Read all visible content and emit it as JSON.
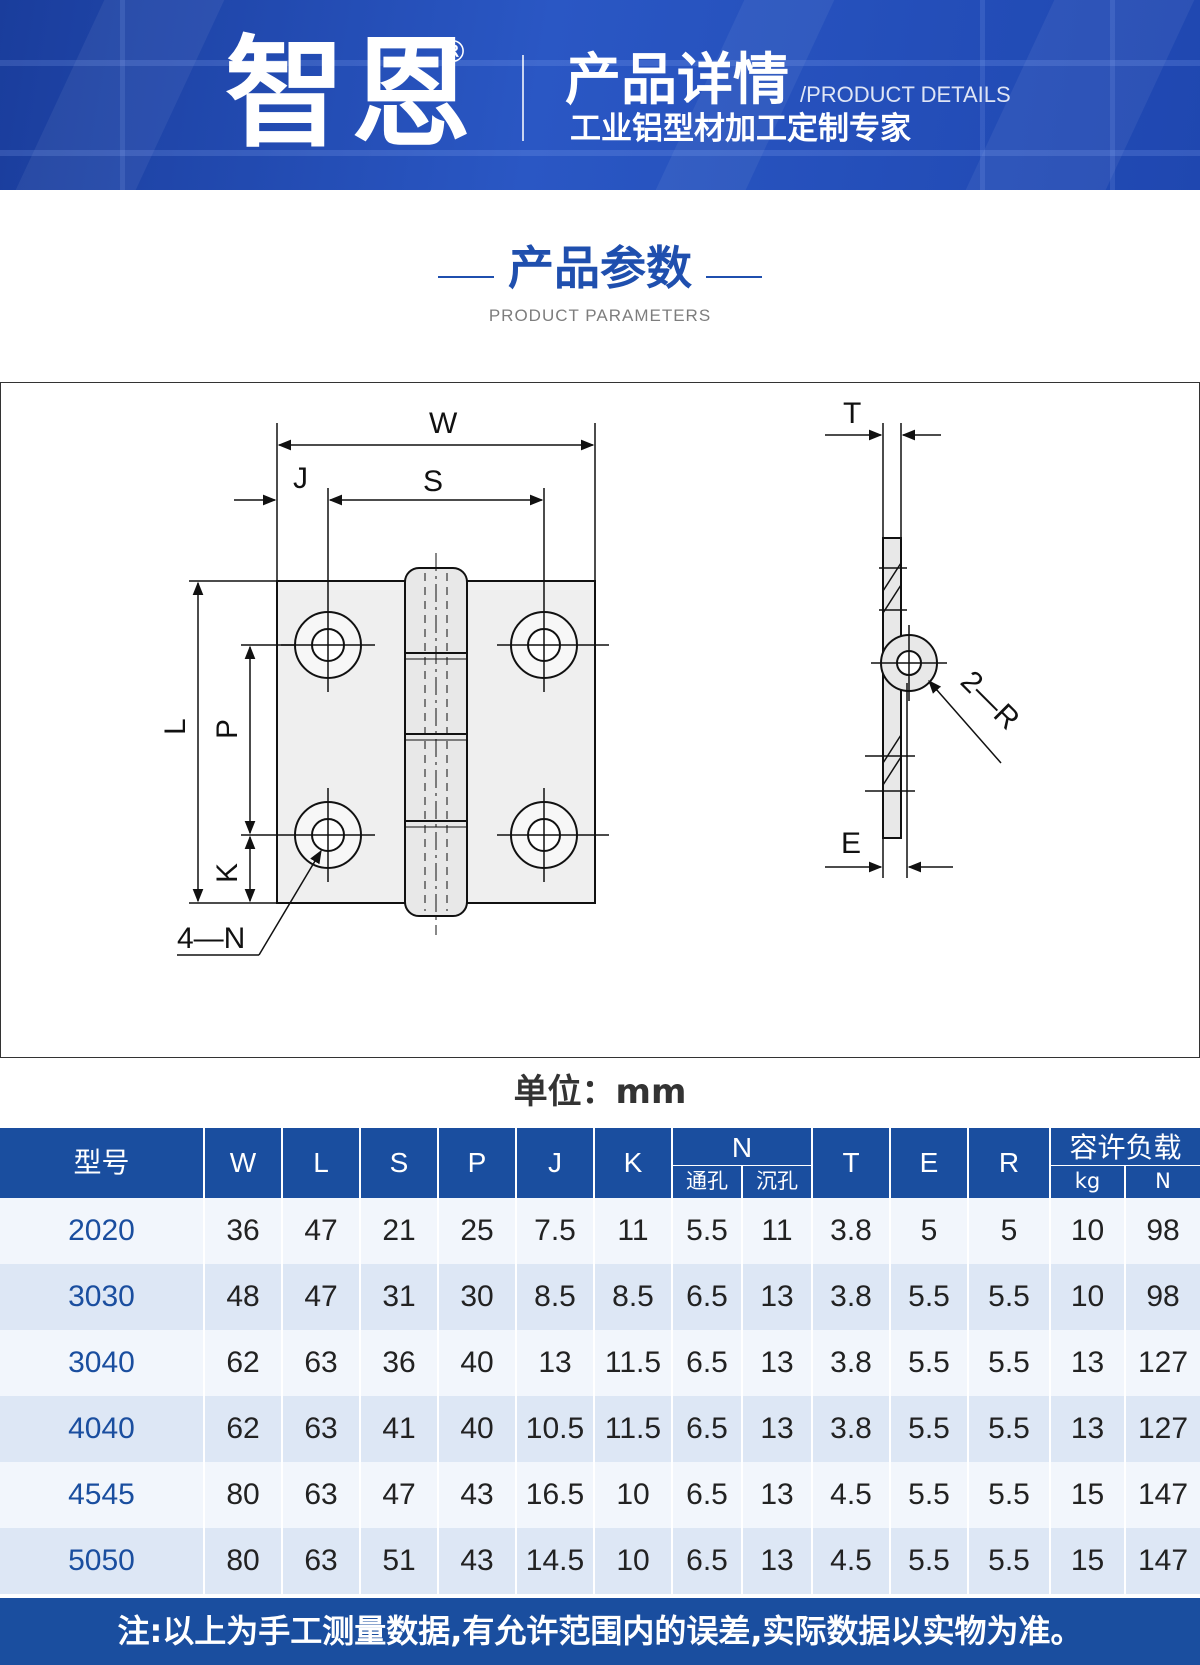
{
  "header": {
    "brand": "智恩",
    "registered": "®",
    "title": "产品详情",
    "title_en": "/PRODUCT DETAILS",
    "slogan": "工业铝型材加工定制专家"
  },
  "section": {
    "title": "产品参数",
    "subtitle": "PRODUCT PARAMETERS"
  },
  "drawing": {
    "labels": {
      "W": "W",
      "J": "J",
      "S": "S",
      "L": "L",
      "P": "P",
      "K": "K",
      "N": "4—N",
      "T": "T",
      "E": "E",
      "R": "2—R"
    }
  },
  "unit": "单位：mm",
  "table": {
    "headers": {
      "model": "型号",
      "W": "W",
      "L": "L",
      "S": "S",
      "P": "P",
      "J": "J",
      "K": "K",
      "N": "N",
      "N_through": "通孔",
      "N_counter": "沉孔",
      "T": "T",
      "E": "E",
      "R": "R",
      "load": "容许负载",
      "load_kg": "kg",
      "load_N": "N"
    },
    "rows": [
      [
        "2020",
        "36",
        "47",
        "21",
        "25",
        "7.5",
        "11",
        "5.5",
        "11",
        "3.8",
        "5",
        "5",
        "10",
        "98"
      ],
      [
        "3030",
        "48",
        "47",
        "31",
        "30",
        "8.5",
        "8.5",
        "6.5",
        "13",
        "3.8",
        "5.5",
        "5.5",
        "10",
        "98"
      ],
      [
        "3040",
        "62",
        "63",
        "36",
        "40",
        "13",
        "11.5",
        "6.5",
        "13",
        "3.8",
        "5.5",
        "5.5",
        "13",
        "127"
      ],
      [
        "4040",
        "62",
        "63",
        "41",
        "40",
        "10.5",
        "11.5",
        "6.5",
        "13",
        "3.8",
        "5.5",
        "5.5",
        "13",
        "127"
      ],
      [
        "4545",
        "80",
        "63",
        "47",
        "43",
        "16.5",
        "10",
        "6.5",
        "13",
        "4.5",
        "5.5",
        "5.5",
        "15",
        "147"
      ],
      [
        "5050",
        "80",
        "63",
        "51",
        "43",
        "14.5",
        "10",
        "6.5",
        "13",
        "4.5",
        "5.5",
        "5.5",
        "15",
        "147"
      ]
    ]
  },
  "note": "注:以上为手工测量数据,有允许范围内的误差,实际数据以实物为准。",
  "colors": {
    "brand_blue": "#1a4e9f",
    "title_blue": "#1f4fae",
    "row_light": "#f2f6fc",
    "row_dark": "#dde7f5"
  }
}
